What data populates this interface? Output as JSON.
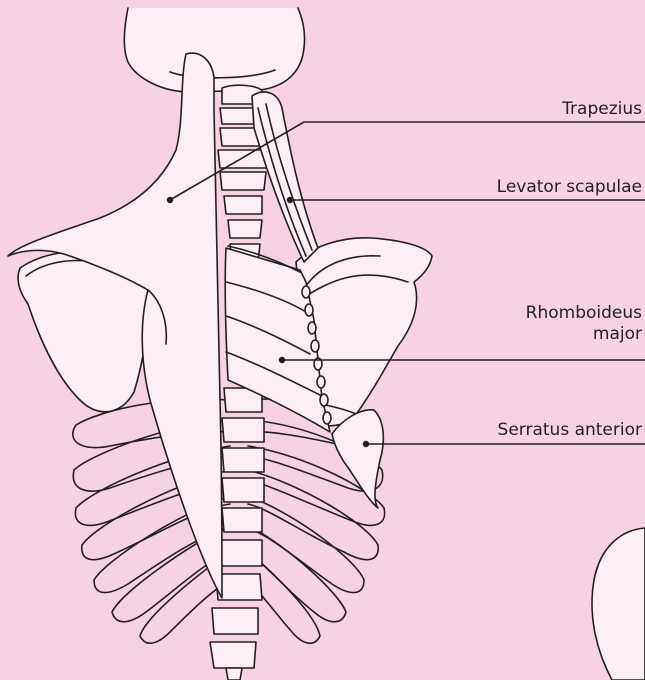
{
  "colors": {
    "background": "#f6d3e3",
    "bone": "#f6d3e3",
    "muscle": "#fbeef4",
    "line": "#231f20"
  },
  "labels": {
    "trapezius": "Trapezius",
    "levator_scapulae": "Levator scapulae",
    "rhomboideus_major_line1": "Rhomboideus",
    "rhomboideus_major_line2": "major",
    "serratus_anterior": "Serratus anterior"
  }
}
